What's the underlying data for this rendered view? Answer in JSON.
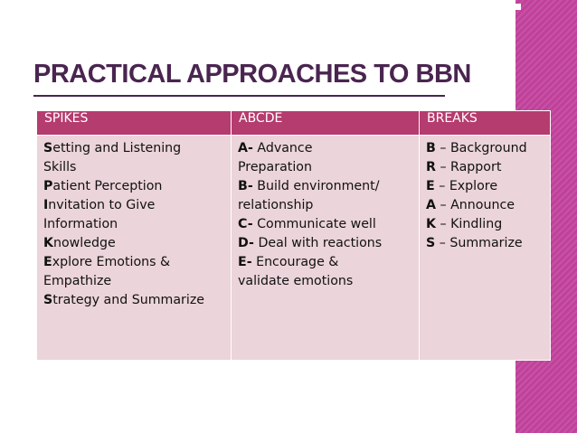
{
  "slide": {
    "title": "PRACTICAL APPROACHES TO BBN"
  },
  "theme": {
    "accent": "#c0409a",
    "title_color": "#4a2550",
    "header_fill": "#b53c6e",
    "cell_fill": "#ebd4da"
  },
  "table": {
    "headers": [
      "SPIKES",
      "ABCDE",
      "BREAKS"
    ],
    "columns": [
      [
        {
          "lead": "S",
          "rest": "etting and Listening"
        },
        {
          "lead": "",
          "rest": "Skills"
        },
        {
          "lead": "P",
          "rest": "atient Perception"
        },
        {
          "lead": "I",
          "rest": "nvitation to Give"
        },
        {
          "lead": "",
          "rest": "Information"
        },
        {
          "lead": "K",
          "rest": "nowledge"
        },
        {
          "lead": "E",
          "rest": "xplore Emotions &"
        },
        {
          "lead": "",
          "rest": "Empathize"
        },
        {
          "lead": "S",
          "rest": "trategy and Summarize"
        }
      ],
      [
        {
          "lead": "A-",
          "rest": " Advance"
        },
        {
          "lead": "",
          "rest": "Preparation"
        },
        {
          "lead": "B-",
          "rest": " Build environment/"
        },
        {
          "lead": "",
          "rest": "relationship"
        },
        {
          "lead": "C-",
          "rest": " Communicate well"
        },
        {
          "lead": "D-",
          "rest": " Deal with reactions"
        },
        {
          "lead": "E-",
          "rest": " Encourage &"
        },
        {
          "lead": "",
          "rest": "validate emotions"
        }
      ],
      [
        {
          "lead": "B",
          "rest": " – Background"
        },
        {
          "lead": "R",
          "rest": " – Rapport"
        },
        {
          "lead": "E",
          "rest": " – Explore"
        },
        {
          "lead": "A",
          "rest": " – Announce"
        },
        {
          "lead": "K",
          "rest": " – Kindling"
        },
        {
          "lead": "S",
          "rest": " – Summarize"
        }
      ]
    ]
  }
}
